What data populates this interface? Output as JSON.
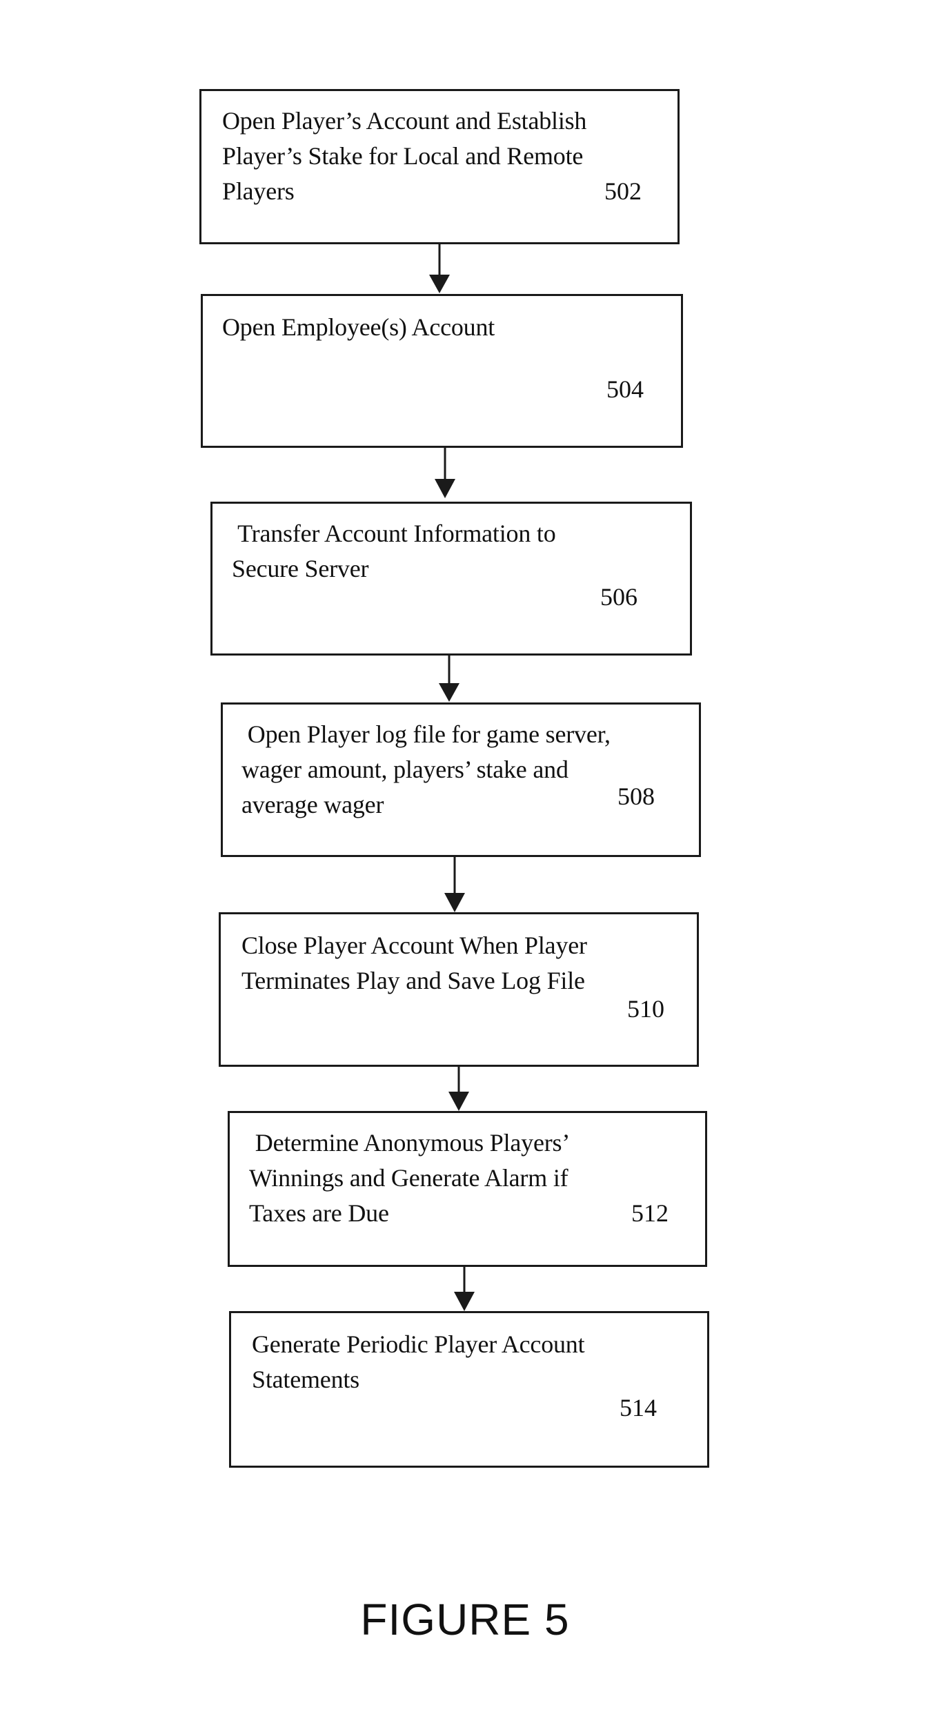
{
  "steps": [
    {
      "id": "502",
      "text": "Open Player’s Account and Establish\nPlayer’s Stake for Local and Remote\nPlayers",
      "number": "502"
    },
    {
      "id": "504",
      "text": "Open Employee(s) Account",
      "number": "504"
    },
    {
      "id": "506",
      "text": " Transfer Account Information to\nSecure Server",
      "number": "506"
    },
    {
      "id": "508",
      "text": " Open Player log file for game server,\nwager amount, players’ stake and\naverage wager",
      "number": "508"
    },
    {
      "id": "510",
      "text": "Close Player Account When Player\nTerminates Play and Save Log File",
      "number": "510"
    },
    {
      "id": "512",
      "text": " Determine Anonymous Players’\nWinnings and Generate Alarm if\nTaxes are Due",
      "number": "512"
    },
    {
      "id": "514",
      "text": "Generate Periodic Player Account\nStatements",
      "number": "514"
    }
  ],
  "caption": "FIGURE 5",
  "colors": {
    "stroke": "#1a1a1a",
    "text": "#111111",
    "background": "#ffffff"
  }
}
